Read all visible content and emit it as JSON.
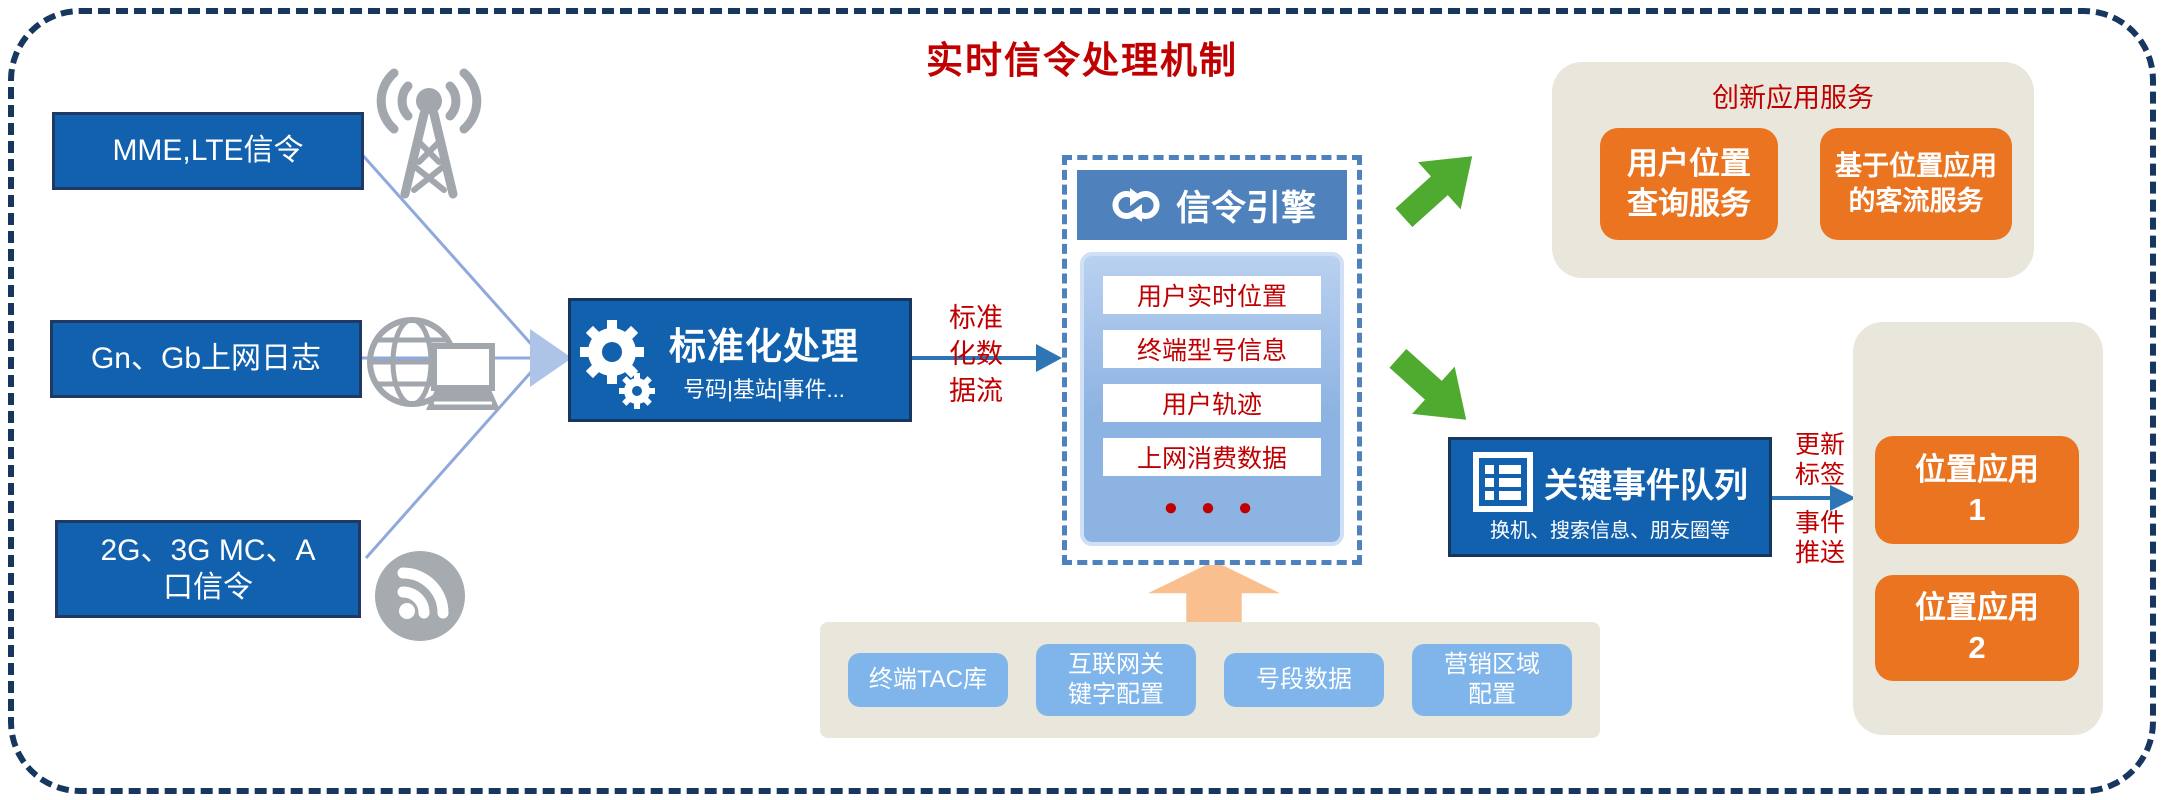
{
  "title": "实时信令处理机制",
  "sources": {
    "mme": "MME,LTE信令",
    "gn_gb": "Gn、Gb上网日志",
    "mc_a": "2G、3G MC、A\n口信令"
  },
  "standardize": {
    "title": "标准化处理",
    "subtitle": "号码|基站|事件..."
  },
  "flow_label": "标准\n化数\n据流",
  "engine": {
    "title": "信令引擎",
    "items": [
      "用户实时位置",
      "终端型号信息",
      "用户轨迹",
      "上网消费数据"
    ],
    "more": "●  ●  ●"
  },
  "innovation": {
    "title": "创新应用服务",
    "service1": "用户位置\n查询服务",
    "service2": "基于位置应用\n的客流服务"
  },
  "event_queue": {
    "title": "关键事件队列",
    "subtitle": "换机、搜索信息、朋友圈等"
  },
  "queue_out": {
    "update": "更新\n标签",
    "push": "事件\n推送"
  },
  "apps": {
    "app1": "位置应用\n1",
    "app2": "位置应用\n2"
  },
  "config": {
    "items": [
      "终端TAC库",
      "互联网关\n键字配置",
      "号段数据",
      "营销区域\n配置"
    ]
  },
  "colors": {
    "red": "#C00000",
    "box_blue": "#1261AE",
    "box_border": "#17375E",
    "header_blue": "#4F81BD",
    "panel_blue": "#8DB3E2",
    "orange": "#EA7420",
    "beige": "#E9E6DC",
    "config_blue": "#7FB5EA",
    "green": "#4FAA30",
    "peach": "#F9BF8F",
    "connector": "#8FA9DC",
    "arrow_blue": "#2E75B6",
    "icon_gray": "#A2A7AD"
  }
}
